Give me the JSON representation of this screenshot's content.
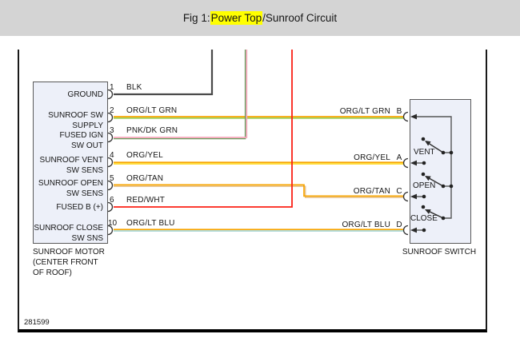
{
  "header": {
    "title_prefix": "Fig 1: ",
    "title_highlight": "Power Top",
    "title_suffix": "/Sunroof Circuit"
  },
  "figure_number": "281599",
  "colors": {
    "header_bg": "#d4d4d4",
    "highlight": "#ffff00",
    "box_fill": "#edf0f9",
    "box_border": "#5a5a5a",
    "blk": "#4a4a4a",
    "org": "#f7a400",
    "lt_grn": "#8fc63f",
    "pnk": "#f7a6bb",
    "dk_grn": "#6b9b5f",
    "yel": "#ffd400",
    "tan": "#e6c391",
    "red": "#fb2016",
    "lt_blu": "#9ad0cd",
    "symbol": "#333333",
    "bus": "#555555"
  },
  "motor": {
    "caption_lines": [
      "SUNROOF MOTOR",
      "(CENTER FRONT",
      "OF ROOF)"
    ],
    "pins": [
      {
        "num": "1",
        "label_lines": [
          "GROUND"
        ],
        "wire": "BLK"
      },
      {
        "num": "2",
        "label_lines": [
          "SUNROOF SW",
          "SUPPLY"
        ],
        "wire": "ORG/LT GRN"
      },
      {
        "num": "3",
        "label_lines": [
          "FUSED IGN",
          "SW OUT"
        ],
        "wire": "PNK/DK GRN"
      },
      {
        "num": "4",
        "label_lines": [
          "SUNROOF VENT",
          "SW SENS"
        ],
        "wire": "ORG/YEL"
      },
      {
        "num": "5",
        "label_lines": [
          "SUNROOF OPEN",
          "SW SENS"
        ],
        "wire": "ORG/TAN"
      },
      {
        "num": "6",
        "label_lines": [
          "FUSED B (+)"
        ],
        "wire": "RED/WHT"
      },
      {
        "num": "10",
        "label_lines": [
          "SUNROOF CLOSE",
          "SW SNS"
        ],
        "wire": "ORG/LT BLU"
      }
    ]
  },
  "switch": {
    "caption": "SUNROOF SWITCH",
    "pins": [
      {
        "letter": "B",
        "wire": "ORG/LT GRN",
        "function": ""
      },
      {
        "letter": "A",
        "wire": "ORG/YEL",
        "function": "VENT"
      },
      {
        "letter": "C",
        "wire": "ORG/TAN",
        "function": "OPEN"
      },
      {
        "letter": "D",
        "wire": "ORG/LT BLU",
        "function": "CLOSE"
      }
    ]
  }
}
